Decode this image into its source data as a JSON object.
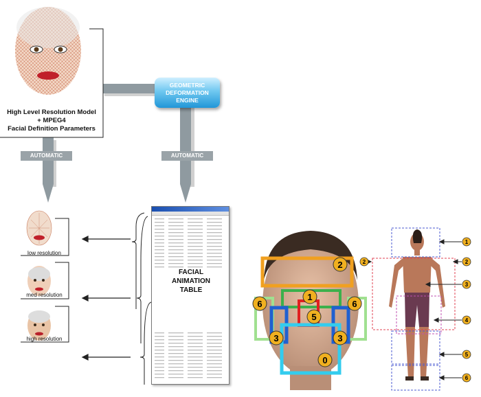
{
  "model_caption": {
    "line1": "High Level Resolution Model",
    "line2": "+ MPEG4",
    "line3": "Facial Definition Parameters"
  },
  "engine": {
    "line1": "GEOMETRIC",
    "line2": "DEFORMATION",
    "line3": "ENGINE"
  },
  "automatic_left": "AUTOMATIC",
  "automatic_right": "AUTOMATIC",
  "resolutions": [
    "low resolution",
    "med resolution",
    "high resolution"
  ],
  "table": {
    "line1": "FACIAL",
    "line2": "ANIMATION",
    "line3": "TABLE"
  },
  "face_regions": [
    {
      "label": "0",
      "color": "#33ccee"
    },
    {
      "label": "1",
      "color": "#3cb04c"
    },
    {
      "label": "2",
      "color": "#f0a020"
    },
    {
      "label": "3",
      "color": "#2060d0"
    },
    {
      "label": "5",
      "color": "#e02020"
    },
    {
      "label": "6",
      "color": "#a0e090"
    }
  ],
  "face_markers": [
    "2",
    "1",
    "6",
    "6",
    "5",
    "3",
    "3",
    "0"
  ],
  "body_markers": [
    "1",
    "2",
    "2",
    "3",
    "4",
    "5",
    "6"
  ]
}
